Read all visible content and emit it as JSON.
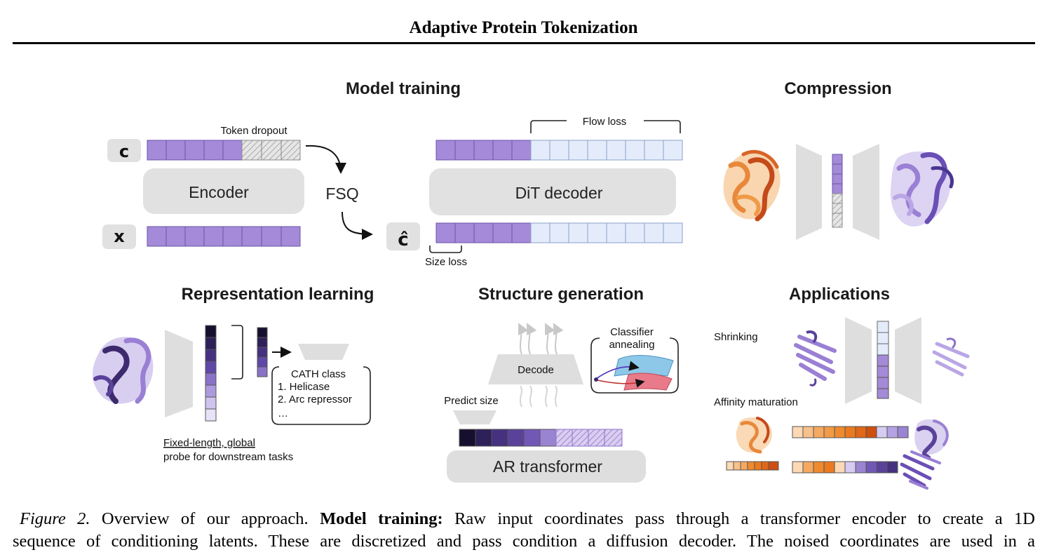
{
  "header": {
    "running_title": "Adaptive Protein Tokenization"
  },
  "figure": {
    "panels": {
      "model_training": {
        "title": "Model training",
        "token_dropout": "Token dropout",
        "c_symbol": "c",
        "x_symbol": "x",
        "c_hat_symbol": "ĉ",
        "encoder": "Encoder",
        "fsq": "FSQ",
        "flow_loss": "Flow loss",
        "decoder": "DiT decoder",
        "size_loss": "Size loss"
      },
      "compression": {
        "title": "Compression"
      },
      "representation_learning": {
        "title": "Representation learning",
        "probe_box": {
          "heading": "CATH class",
          "item1": "1. Helicase",
          "item2": "2. Arc repressor",
          "ellipsis": "…"
        },
        "note_line1": "Fixed-length, global",
        "note_line2": "probe for downstream tasks"
      },
      "structure_generation": {
        "title": "Structure generation",
        "decode": "Decode",
        "classifier_line1": "Classifier",
        "classifier_line2": "annealing",
        "predict_size": "Predict size",
        "ar_transformer": "AR transformer"
      },
      "applications": {
        "title": "Applications",
        "shrinking": "Shrinking",
        "affinity": "Affinity maturation"
      }
    },
    "colors": {
      "token_purple": "#a48ad8",
      "token_light": "#e4ecfb",
      "box_gray": "#e1e1e1",
      "dark_purple": "#3d2a6e",
      "orange": "#f0a050"
    }
  },
  "caption": {
    "label": "Figure 2.",
    "part1": " Overview of our approach. ",
    "bold": "Model training:",
    "part2": " Raw input coordinates pass through a transformer encoder to create a 1D",
    "line2": "sequence of conditioning latents. These are discretized and pass condition a diffusion decoder. The noised coordinates are used in a"
  }
}
